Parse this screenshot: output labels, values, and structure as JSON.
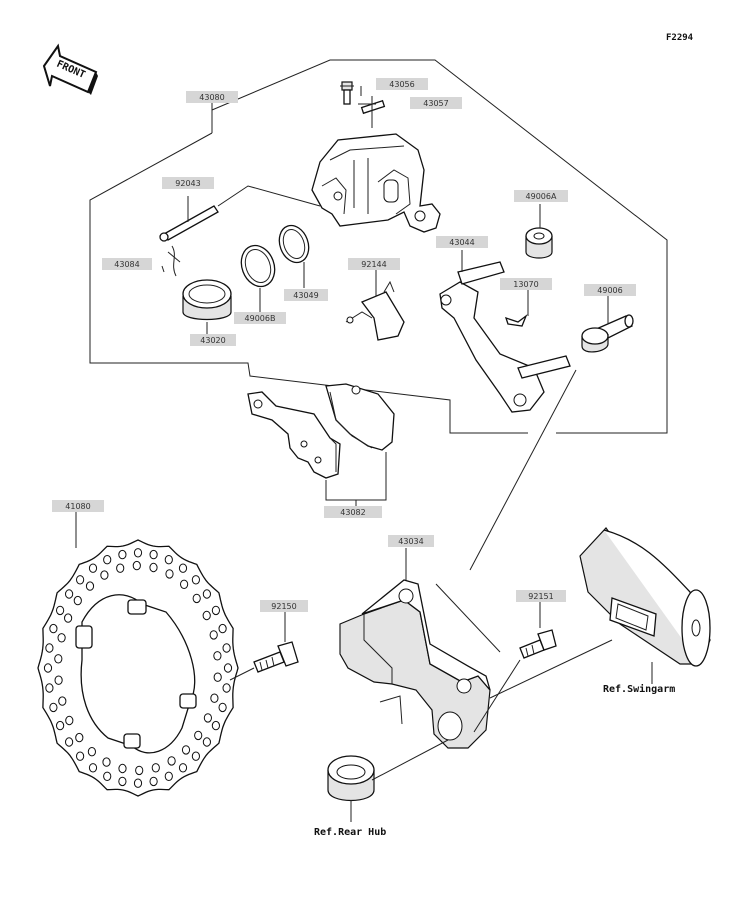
{
  "figure_code": "F2294",
  "front_label": "FRONT",
  "labels": {
    "p43080": "43080",
    "p43056": "43056",
    "p43057": "43057",
    "p92043": "92043",
    "p43084": "43084",
    "p43049": "43049",
    "p49006B": "49006B",
    "p43020": "43020",
    "p92144": "92144",
    "p49006A": "49006A",
    "p43044": "43044",
    "p13070": "13070",
    "p49006": "49006",
    "p43082": "43082",
    "p41080": "41080",
    "p92150": "92150",
    "p43034": "43034",
    "p92151": "92151"
  },
  "refs": {
    "swingarm": "Ref.Swingarm",
    "rear_hub": "Ref.Rear Hub"
  }
}
